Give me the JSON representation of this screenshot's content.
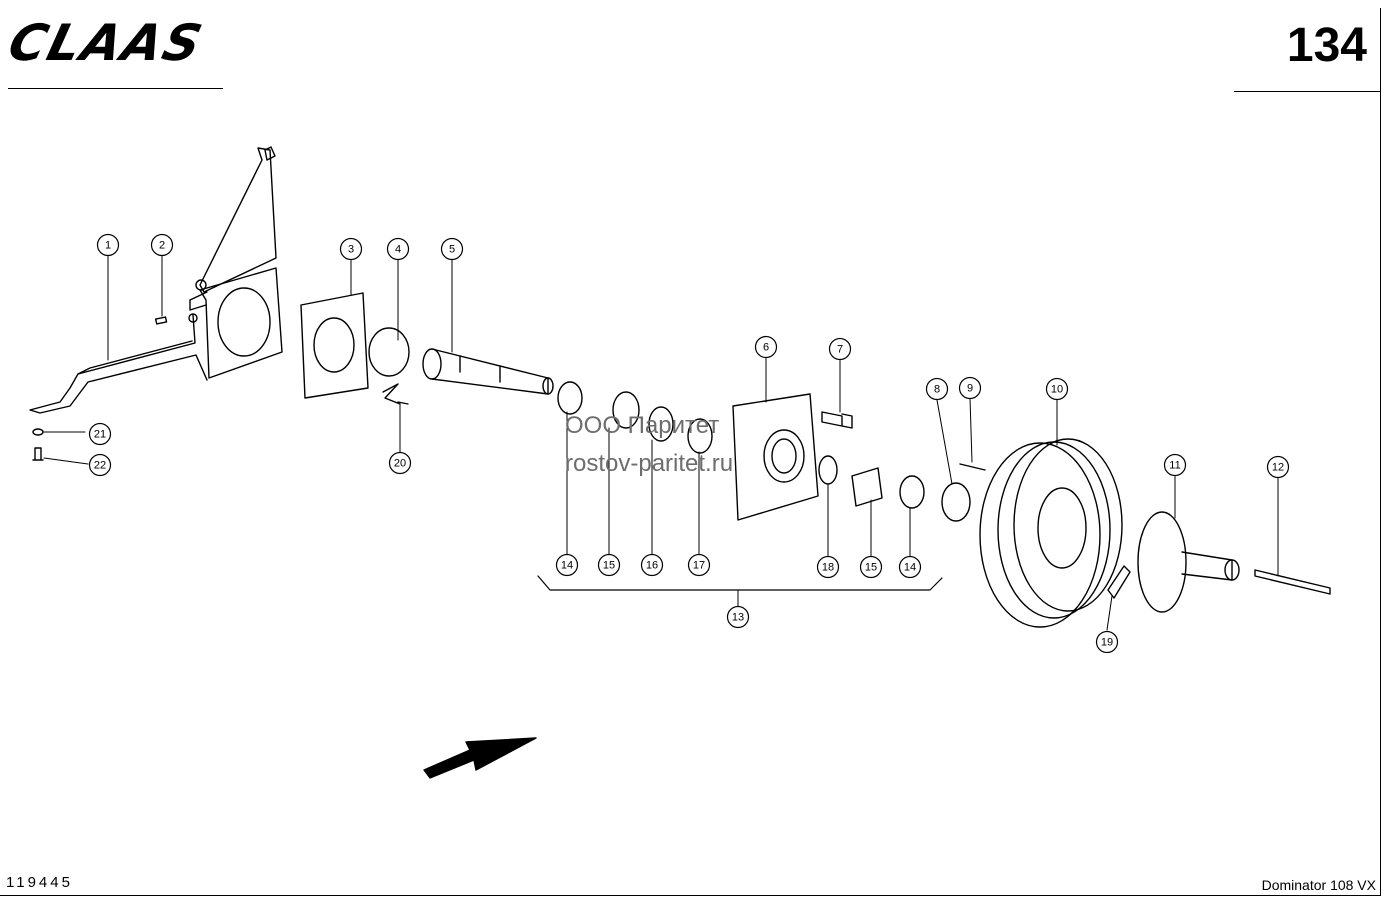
{
  "header": {
    "brand": "CLAAS",
    "page_number": "134"
  },
  "footer": {
    "drawing_number": "119445",
    "model": "Dominator 108 VX"
  },
  "watermark": {
    "line1": "ООО Паритет",
    "line2": "rostov-paritet.ru"
  },
  "callouts": [
    "1",
    "2",
    "3",
    "4",
    "5",
    "6",
    "7",
    "8",
    "9",
    "10",
    "11",
    "12",
    "13",
    "14",
    "15",
    "16",
    "17",
    "18",
    "19",
    "20",
    "21",
    "22",
    "14",
    "15",
    "16",
    "17",
    "18",
    "15",
    "14"
  ]
}
